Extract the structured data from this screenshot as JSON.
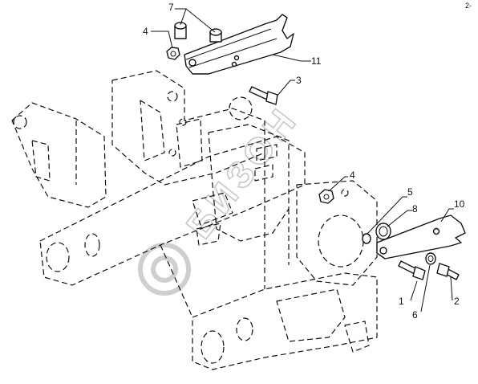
{
  "callouts": {
    "c1": "1",
    "c2": "2",
    "c3": "3",
    "c4a": "4",
    "c4b": "4",
    "c5": "5",
    "c6": "6",
    "c7": "7",
    "c8": "8",
    "c10": "10",
    "c11": "11",
    "corner": "2-"
  },
  "watermark": {
    "text": "БИЗОН"
  }
}
